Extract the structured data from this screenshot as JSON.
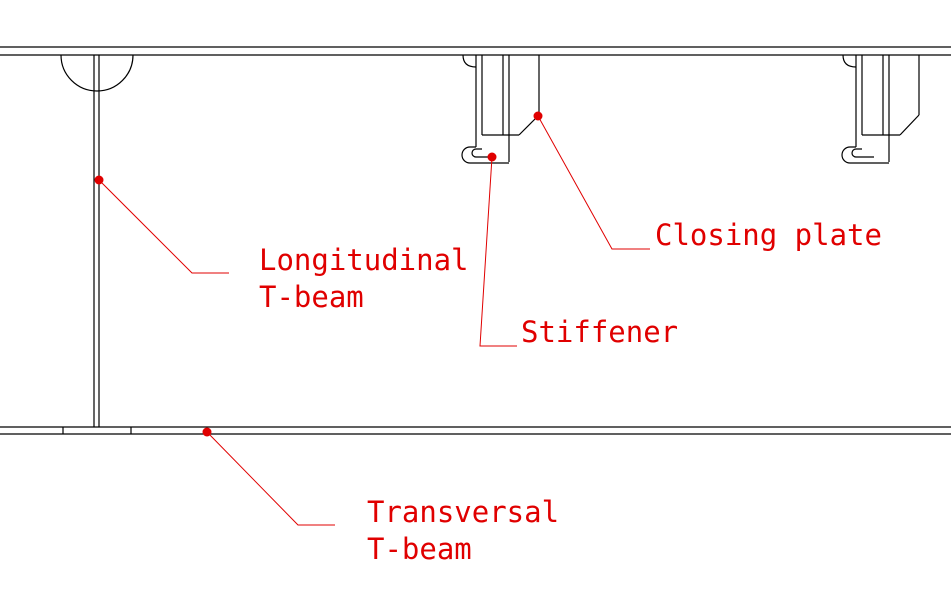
{
  "colors": {
    "background": "#ffffff",
    "structure_line": "#000000",
    "annotation": "#e00000"
  },
  "labels": {
    "longitudinal_beam": {
      "line1": "Longitudinal",
      "line2": "T-beam"
    },
    "closing_plate": {
      "line1": "Closing plate"
    },
    "stiffener": {
      "line1": "Stiffener"
    },
    "transversal_beam": {
      "line1": "Transversal",
      "line2": "T-beam"
    }
  }
}
